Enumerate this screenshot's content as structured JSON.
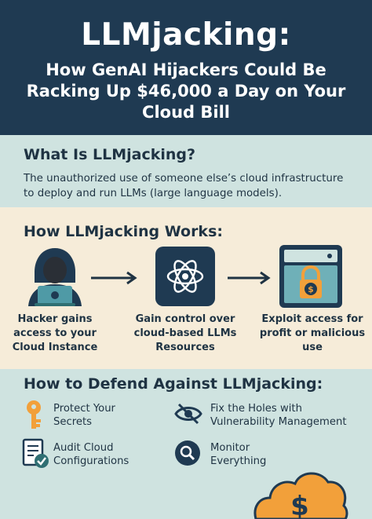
{
  "header": {
    "title": "LLMjacking:",
    "subtitle_line1": "How GenAI Hijackers Could Be",
    "subtitle_line2": "Racking Up $46,000 a Day on Your",
    "subtitle_line3": "Cloud Bill"
  },
  "what": {
    "heading": "What Is LLMjacking?",
    "line1": "The unauthorized use of someone else’s cloud infrastructure",
    "line2": "to deploy and run LLMs (large language models)."
  },
  "works": {
    "heading": "How LLMjacking Works:",
    "steps": [
      {
        "line1": "Hacker gains",
        "line2": "access to your",
        "line3": "Cloud Instance",
        "icon": "hacker-icon"
      },
      {
        "line1": "Gain control over",
        "line2": "cloud-based LLMs",
        "line3": "Resources",
        "icon": "ai-chip-icon"
      },
      {
        "line1": "Exploit access for",
        "line2": "profit or malicious",
        "line3": "use",
        "icon": "locked-server-icon"
      }
    ]
  },
  "defend": {
    "heading": "How to Defend Against LLMjacking:",
    "items": [
      {
        "line1": "Protect Your",
        "line2": "Secrets",
        "icon": "key-icon"
      },
      {
        "line1": "Fix the Holes with",
        "line2": "Vulnerability Management",
        "icon": "eye-slash-icon"
      },
      {
        "line1": "Audit Cloud",
        "line2": "Configurations",
        "icon": "checklist-icon"
      },
      {
        "line1": "Monitor",
        "line2": "Everything",
        "icon": "magnifier-icon"
      }
    ],
    "cloud_symbol": "$"
  },
  "colors": {
    "navy": "#1f3a52",
    "teal_bg": "#cfe3e0",
    "cream_bg": "#f6ecd9",
    "accent_orange": "#f2a03a",
    "accent_teal": "#2f6f73"
  }
}
